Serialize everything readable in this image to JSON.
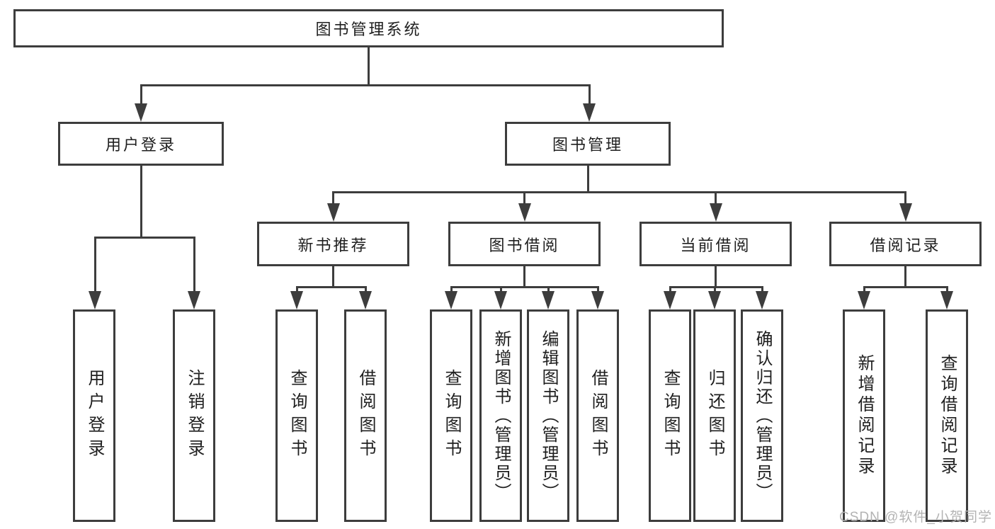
{
  "title": "图书管理系统",
  "colors": {
    "line": "#3d3d3d",
    "text": "#1f1f1f",
    "box_fill": "#ffffff",
    "background": "#ffffff",
    "watermark": "#b3b3b3"
  },
  "tree": {
    "root": {
      "label": "图书管理系统"
    },
    "level2": [
      {
        "label": "用户登录"
      },
      {
        "label": "图书管理"
      }
    ],
    "level3": [
      {
        "label": "新书推荐"
      },
      {
        "label": "图书借阅"
      },
      {
        "label": "当前借阅"
      },
      {
        "label": "借阅记录"
      }
    ],
    "leaves": {
      "user_login": [
        "用户登录",
        "注销登录"
      ],
      "new_book_recommendation": [
        "查询图书",
        "借阅图书"
      ],
      "book_borrowing": [
        "查询图书",
        "新增图书（管理员）",
        "编辑图书（管理员）",
        "借阅图书"
      ],
      "current_borrowing": [
        "查询图书",
        "归还图书",
        "确认归还（管理员）"
      ],
      "borrowing_records": [
        "新增借阅记录",
        "查询借阅记录"
      ]
    }
  },
  "watermark": "CSDN @软件_小贺同学"
}
